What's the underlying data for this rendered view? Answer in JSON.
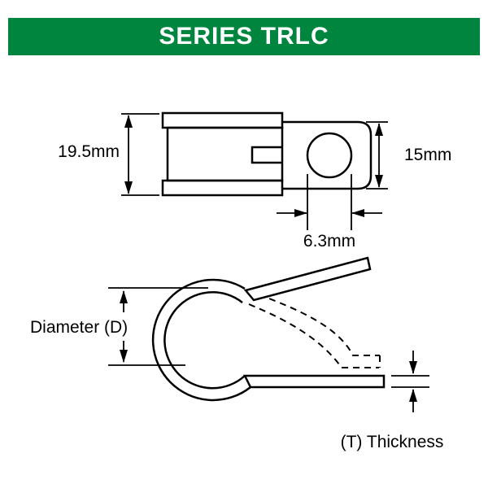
{
  "banner": {
    "title": "SERIES TRLC"
  },
  "colors": {
    "banner_bg": "#00853F",
    "banner_text": "#FFFFFF",
    "line": "#000000",
    "background": "#FFFFFF"
  },
  "top_view": {
    "height_label": "19.5mm",
    "tab_height_label": "15mm",
    "hole_label": "6.3mm"
  },
  "side_view": {
    "diameter_label": "Diameter (D)",
    "thickness_label": "(T) Thickness"
  }
}
